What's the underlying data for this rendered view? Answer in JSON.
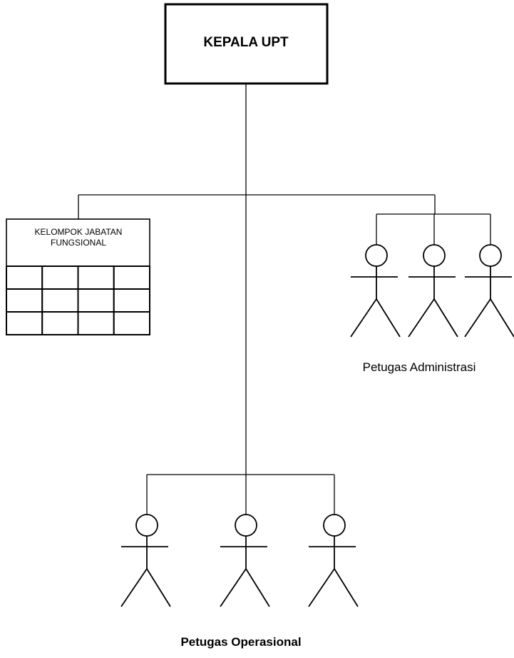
{
  "head": {
    "title": "KEPALA UPT"
  },
  "functional_group": {
    "title_line1": "KELOMPOK JABATAN",
    "title_line2": "FUNGSIONAL",
    "grid_rows": 3,
    "grid_cols": 4
  },
  "admin_group": {
    "label": "Petugas Administrasi",
    "figure_count": 3
  },
  "ops_group": {
    "label": "Petugas Operasional",
    "figure_count": 3
  }
}
